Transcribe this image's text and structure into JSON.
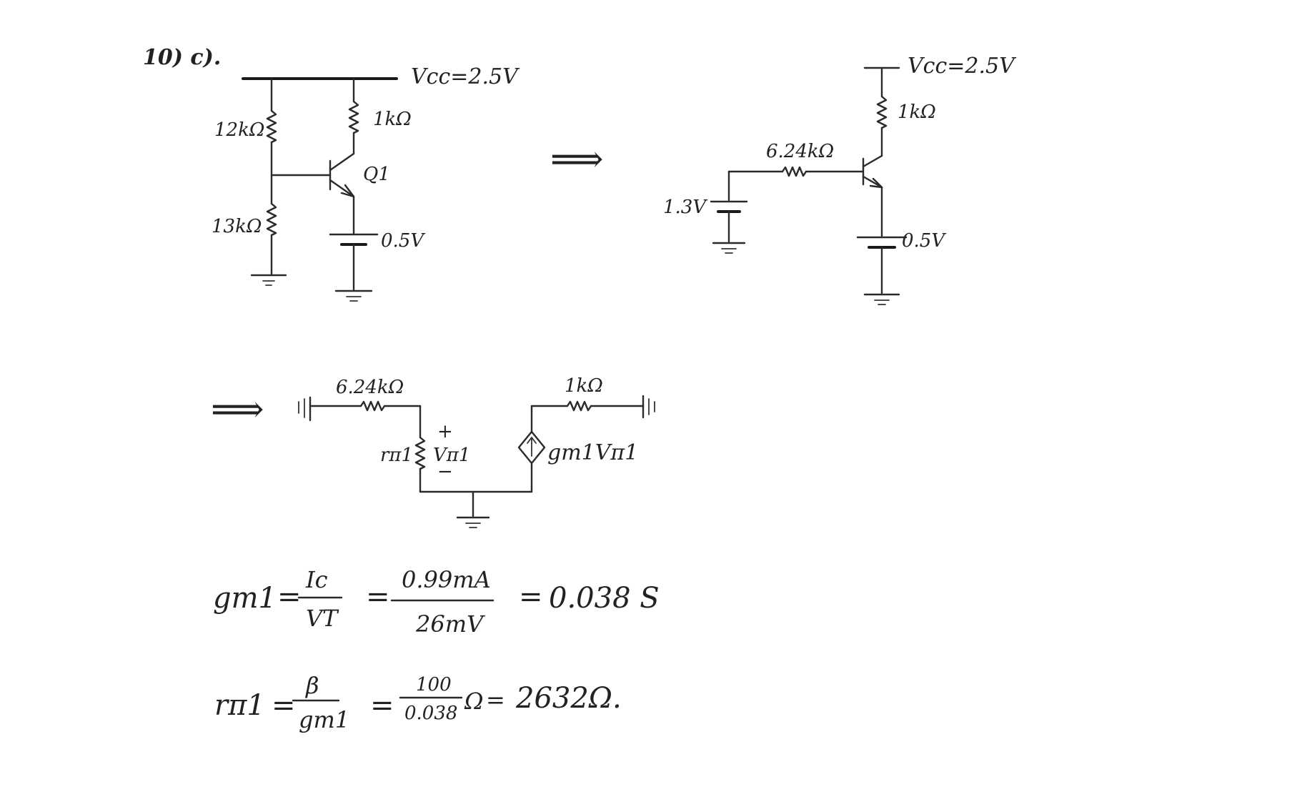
{
  "problem_label": "10) c).",
  "circuit1": {
    "vcc": "Vcc=2.5V",
    "r_top": "12kΩ",
    "r_bottom": "13kΩ",
    "r_collector": "1kΩ",
    "transistor": "Q1",
    "battery": "0.5V"
  },
  "arrow1": "⟹",
  "circuit2": {
    "vcc": "Vcc=2.5V",
    "r_collector": "1kΩ",
    "r_thevenin": "6.24kΩ",
    "v_thevenin": "1.3V",
    "battery": "0.5V"
  },
  "arrow2": "⟹",
  "circuit3": {
    "r_left": "6.24kΩ",
    "r_right": "1kΩ",
    "r_pi": "rπ1",
    "v_pi": "Vπ1",
    "plus": "+",
    "minus": "−",
    "source": "gm1Vπ1"
  },
  "eq1": {
    "lhs": "gm1",
    "eq": "=",
    "num1": "Ic",
    "den1": "VT",
    "eq2": "=",
    "num2": "0.99mA",
    "den2": "26mV",
    "eq3": "=",
    "result": "0.038 S"
  },
  "eq2": {
    "lhs": "rπ1",
    "eq": "=",
    "num1": "β",
    "den1": "gm1",
    "eq2": "=",
    "num2": "100",
    "den2": "0.038",
    "unit": "Ω",
    "eq3": "=",
    "result": "2632Ω."
  }
}
